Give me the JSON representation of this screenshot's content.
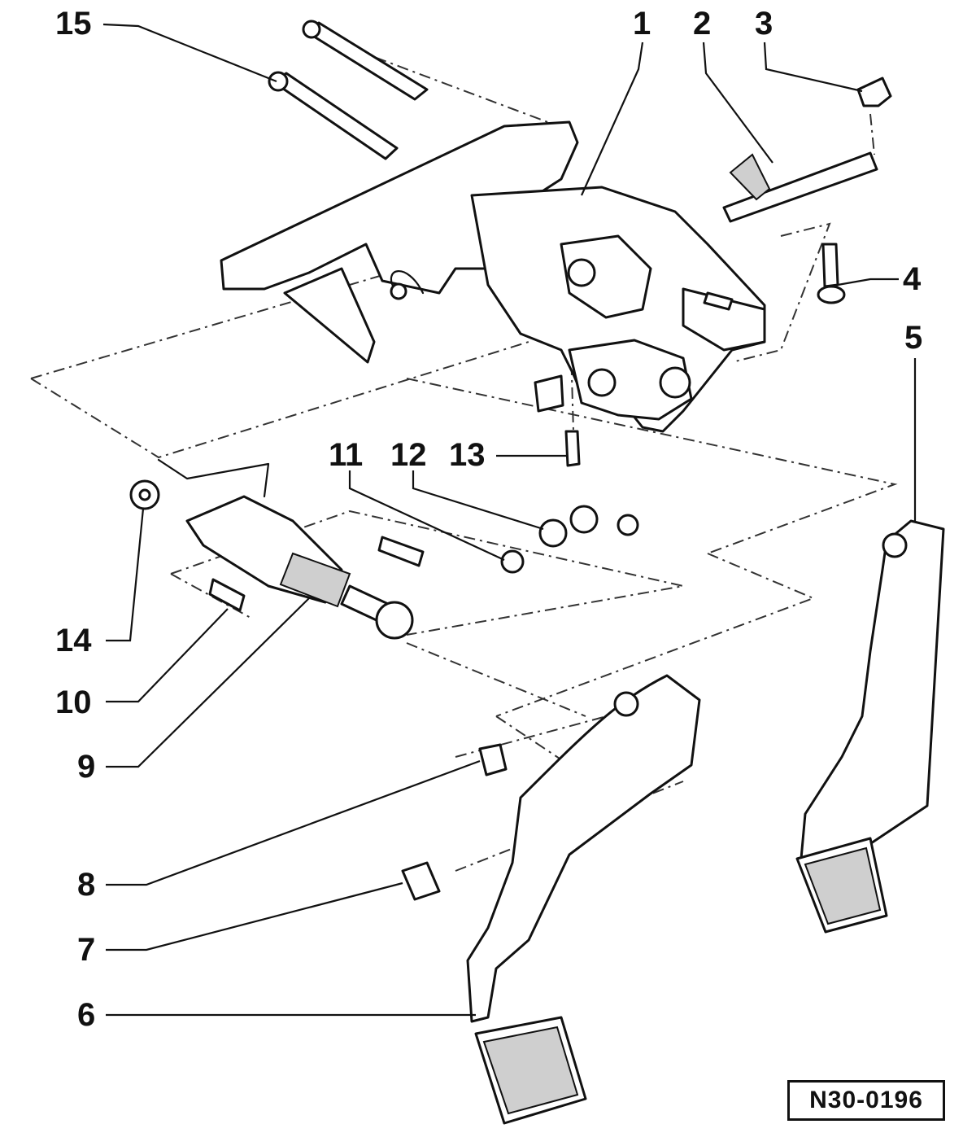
{
  "callouts": [
    {
      "id": "1",
      "label": "1"
    },
    {
      "id": "2",
      "label": "2"
    },
    {
      "id": "3",
      "label": "3"
    },
    {
      "id": "4",
      "label": "4"
    },
    {
      "id": "5",
      "label": "5"
    },
    {
      "id": "6",
      "label": "6"
    },
    {
      "id": "7",
      "label": "7"
    },
    {
      "id": "8",
      "label": "8"
    },
    {
      "id": "9",
      "label": "9"
    },
    {
      "id": "10",
      "label": "10"
    },
    {
      "id": "11",
      "label": "11"
    },
    {
      "id": "12",
      "label": "12"
    },
    {
      "id": "13",
      "label": "13"
    },
    {
      "id": "14",
      "label": "14"
    },
    {
      "id": "15",
      "label": "15"
    }
  ],
  "figure_code": "N30-0196"
}
